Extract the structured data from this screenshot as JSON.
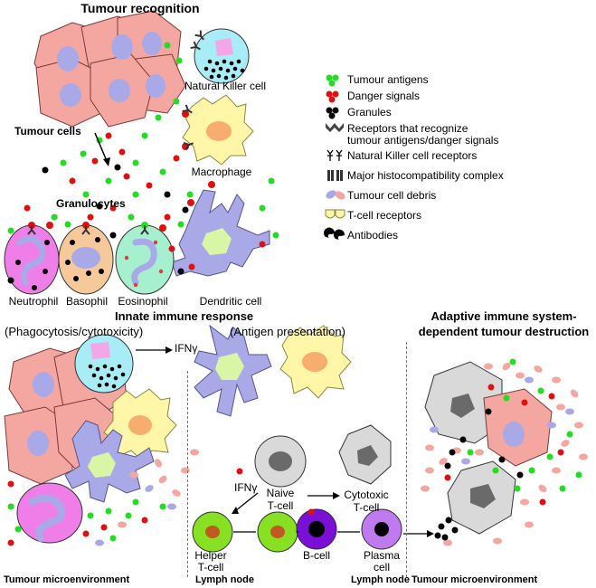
{
  "top": {
    "title": "Tumour recognition",
    "labels": {
      "tumour_cells": "Tumour cells",
      "nk_cell": "Natural Killer cell",
      "macrophage": "Macrophage",
      "granulocytes": "Granulocytes",
      "neutrophil": "Neutrophil",
      "basophil": "Basophil",
      "eosinophil": "Eosinophil",
      "dendritic_cell": "Dendritic cell"
    }
  },
  "legend": [
    {
      "icon": "tumour-antigens-icon",
      "label": "Tumour antigens"
    },
    {
      "icon": "danger-signals-icon",
      "label": "Danger signals"
    },
    {
      "icon": "granules-icon",
      "label": "Granules"
    },
    {
      "icon": "receptors-icon",
      "label": "Receptors that recognize",
      "label2": "tumour antigens/danger signals"
    },
    {
      "icon": "nk-receptors-icon",
      "label": "Natural Killer cell receptors"
    },
    {
      "icon": "mhc-icon",
      "label": "Major histocompatibility complex"
    },
    {
      "icon": "tumour-debris-icon",
      "label": "Tumour cell debris"
    },
    {
      "icon": "tcell-receptors-icon",
      "label": "T-cell receptors"
    },
    {
      "icon": "antibodies-icon",
      "label": "Antibodies"
    }
  ],
  "bottom": {
    "innate_title": "Innate immune response",
    "innate_sub1": "(Phagocytosis/cytotoxicity)",
    "innate_sub2": "(Antigen presentation)",
    "adaptive_title1": "Adaptive immune system-",
    "adaptive_title2": "dependent tumour destruction",
    "ifn1": "IFNγ",
    "ifn2": "IFNγ",
    "naive1": "Naive",
    "naive2": "T-cell",
    "cyto1": "Cytotoxic",
    "cyto2": "T-cell",
    "helper1": "Helper",
    "helper2": "T-cell",
    "bcell": "B-cell",
    "plasma1": "Plasma",
    "plasma2": "cell",
    "footer": {
      "tme_left": "Tumour microenvironment",
      "lymph1": "Lymph node",
      "lymph2": "Lymph node",
      "tme_right": "Tumour microenvironment"
    }
  },
  "colors": {
    "tumour": "#f4a6a0",
    "nucleus": "#a9a9e8",
    "nk": "#a8ecf5",
    "macrophage": "#fff6a8",
    "dendritic": "#a9a9e8",
    "neutrophil": "#f07ee8",
    "basophil": "#f6c99a",
    "eosinophil": "#a6f0cf",
    "green": "#22dd22",
    "red": "#e01010"
  }
}
